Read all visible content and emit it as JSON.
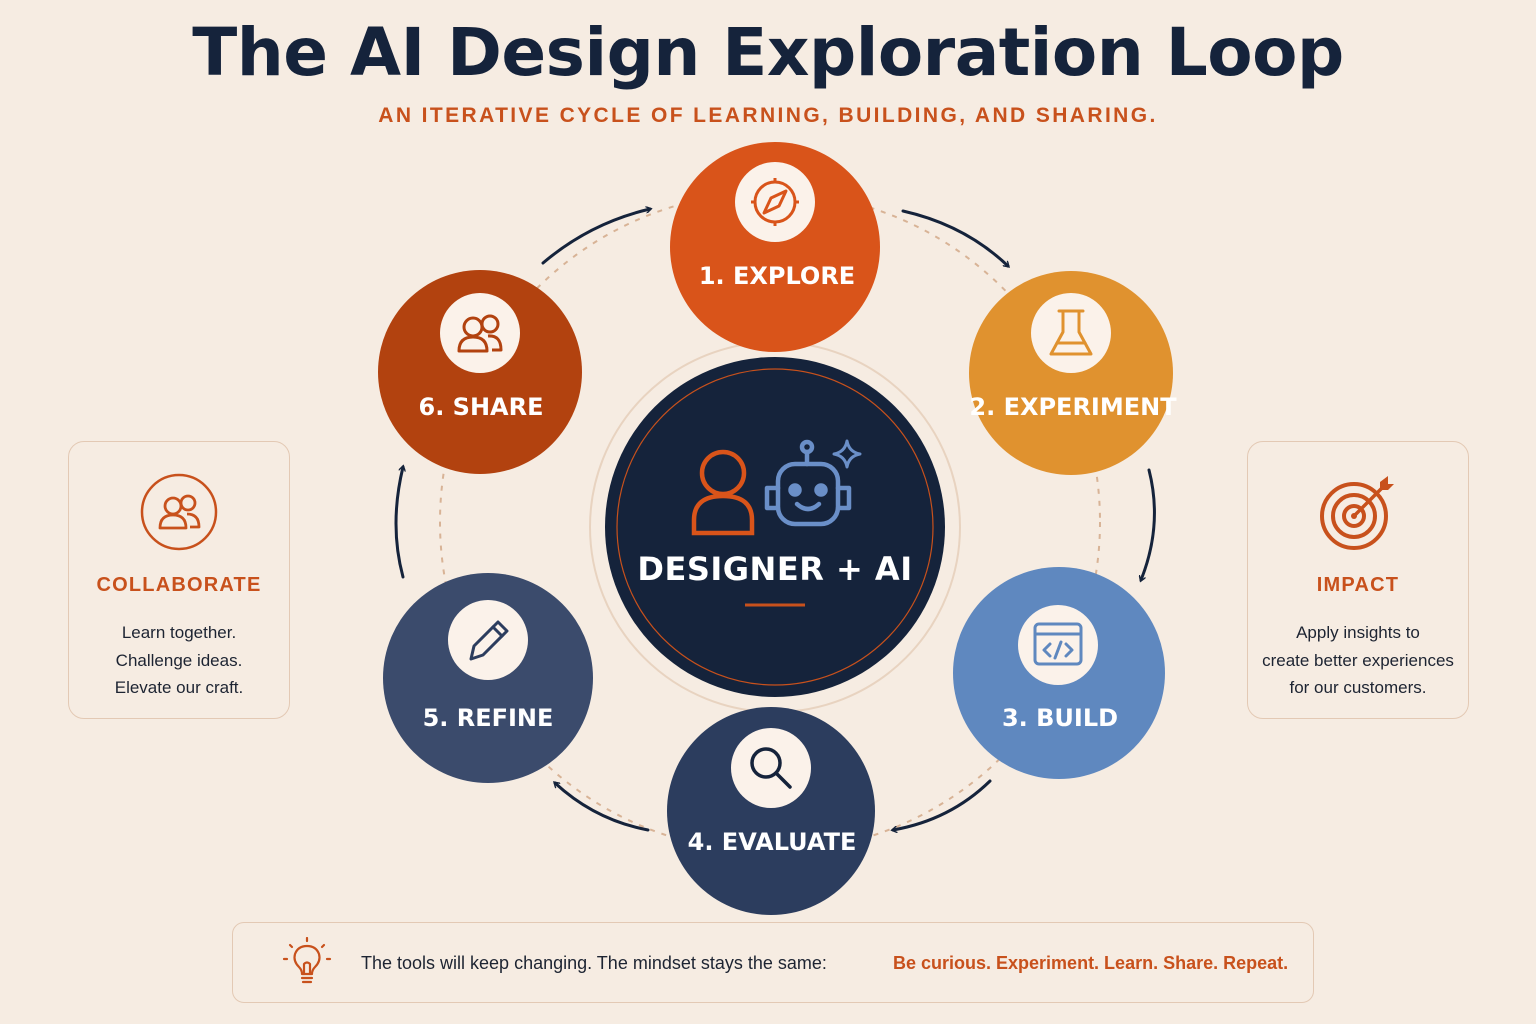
{
  "header": {
    "title": "The AI Design Exploration Loop",
    "subtitle": "AN ITERATIVE CYCLE OF LEARNING, BUILDING, AND SHARING."
  },
  "colors": {
    "background": "#f6ece2",
    "navy": "#15233b",
    "accent_orange": "#c8511c",
    "explore": "#d9541a",
    "experiment": "#e0922f",
    "build": "#5f88bf",
    "evaluate": "#2c3d5e",
    "refine": "#3b4b6c",
    "share": "#b2420f"
  },
  "cycle": {
    "center": {
      "label": "DESIGNER + AI",
      "icons": [
        "person-icon",
        "robot-icon",
        "sparkle-icon"
      ]
    },
    "steps": [
      {
        "label": "1. EXPLORE",
        "icon": "compass-icon"
      },
      {
        "label": "2. EXPERIMENT",
        "icon": "flask-icon"
      },
      {
        "label": "3. BUILD",
        "icon": "code-window-icon"
      },
      {
        "label": "4. EVALUATE",
        "icon": "magnifier-icon"
      },
      {
        "label": "5. REFINE",
        "icon": "pencil-icon"
      },
      {
        "label": "6. SHARE",
        "icon": "people-icon"
      }
    ]
  },
  "left_card": {
    "icon": "people-icon",
    "title": "COLLABORATE",
    "lines": [
      "Learn together.",
      "Challenge ideas.",
      "Elevate our craft."
    ]
  },
  "right_card": {
    "icon": "target-icon",
    "title": "IMPACT",
    "lines": [
      "Apply insights to",
      "create better experiences",
      "for our customers."
    ]
  },
  "footer": {
    "icon": "lightbulb-icon",
    "text": "The tools will keep changing. The mindset stays the same:",
    "highlight": "Be curious. Experiment. Learn. Share. Repeat."
  }
}
